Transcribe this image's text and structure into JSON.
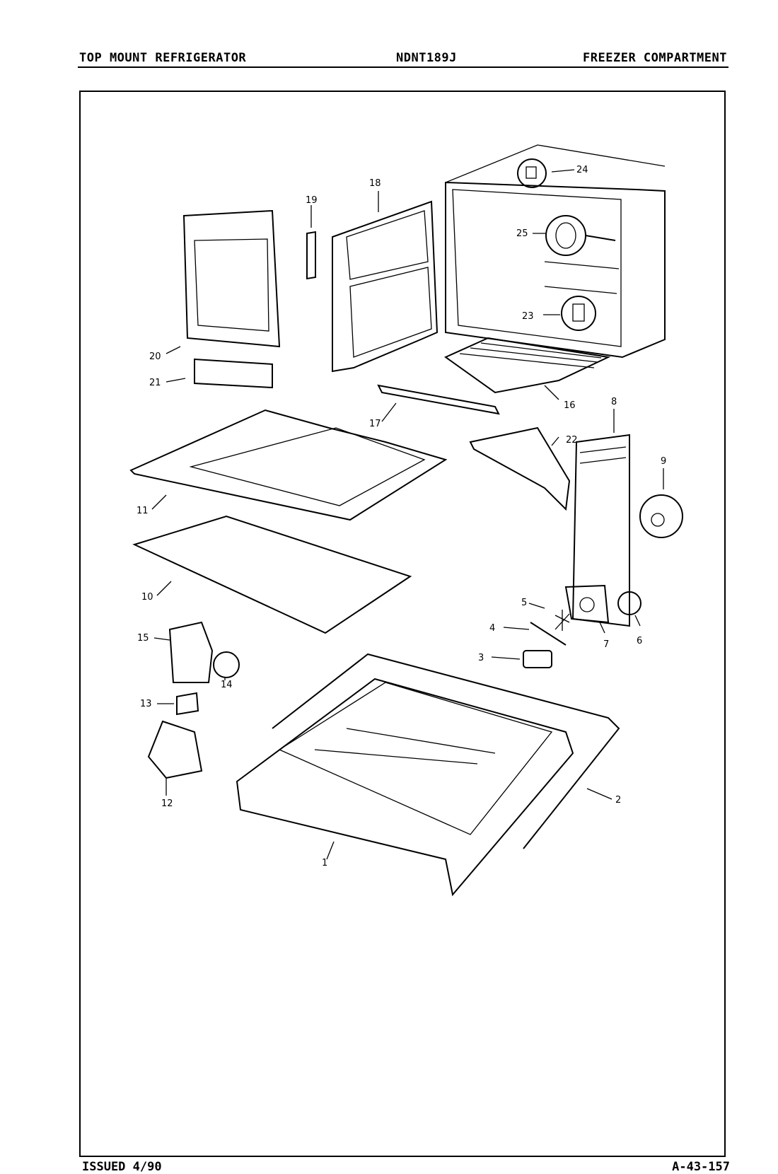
{
  "header": {
    "left": "TOP MOUNT REFRIGERATOR",
    "center": "NDNT189J",
    "right": "FREEZER COMPARTMENT"
  },
  "footer": {
    "left": "ISSUED 4/90",
    "right": "A-43-157"
  },
  "callouts": [
    "1",
    "2",
    "3",
    "4",
    "5",
    "6",
    "7",
    "8",
    "9",
    "10",
    "11",
    "12",
    "13",
    "14",
    "15",
    "16",
    "17",
    "18",
    "19",
    "20",
    "21",
    "22",
    "23",
    "24",
    "25"
  ]
}
